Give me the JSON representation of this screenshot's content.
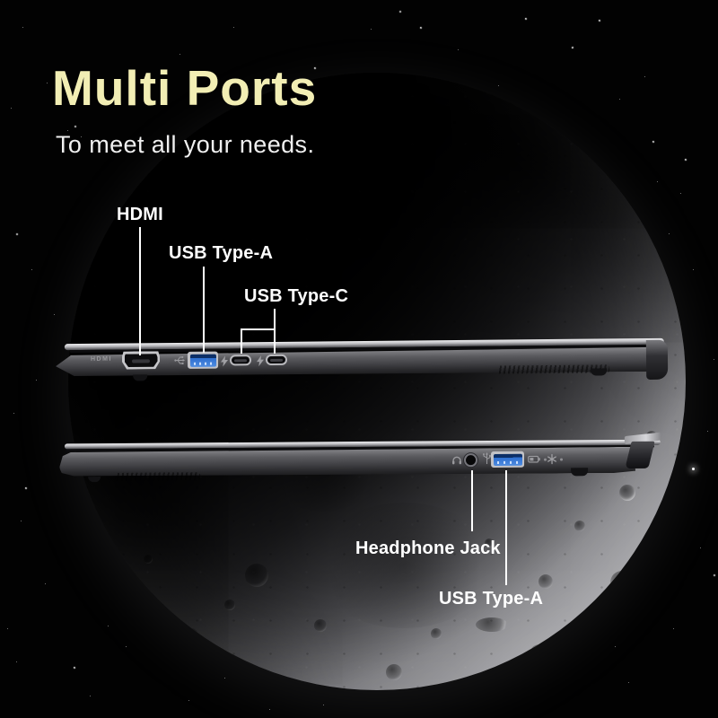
{
  "header": {
    "title": "Multi Ports",
    "subtitle": "To meet all your needs."
  },
  "callouts": {
    "hdmi": {
      "label": "HDMI"
    },
    "usb_a_top": {
      "label": "USB Type-A"
    },
    "usb_c": {
      "label": "USB Type-C"
    },
    "headphone_jack": {
      "label": "Headphone Jack"
    },
    "usb_a_bottom": {
      "label": "USB Type-A"
    }
  },
  "laptop_top": {
    "etched_label": "HDMI",
    "ports": [
      "HDMI",
      "USB Type-A",
      "USB Type-C",
      "USB Type-C"
    ],
    "icons": [
      "ss-usb-icon",
      "lightning-icon",
      "lightning-icon"
    ]
  },
  "laptop_bottom": {
    "ports": [
      "Headphone Jack",
      "USB Type-A"
    ],
    "icons": [
      "headset-icon",
      "usb-power-icon",
      "battery-icon",
      "snowflake-icon"
    ]
  },
  "colors": {
    "title": "#f2eeb4",
    "label_text": "#ffffff",
    "usb_blue": "#2e6fd0",
    "background": "#020202",
    "moon_bright": "#c6c6ca"
  }
}
